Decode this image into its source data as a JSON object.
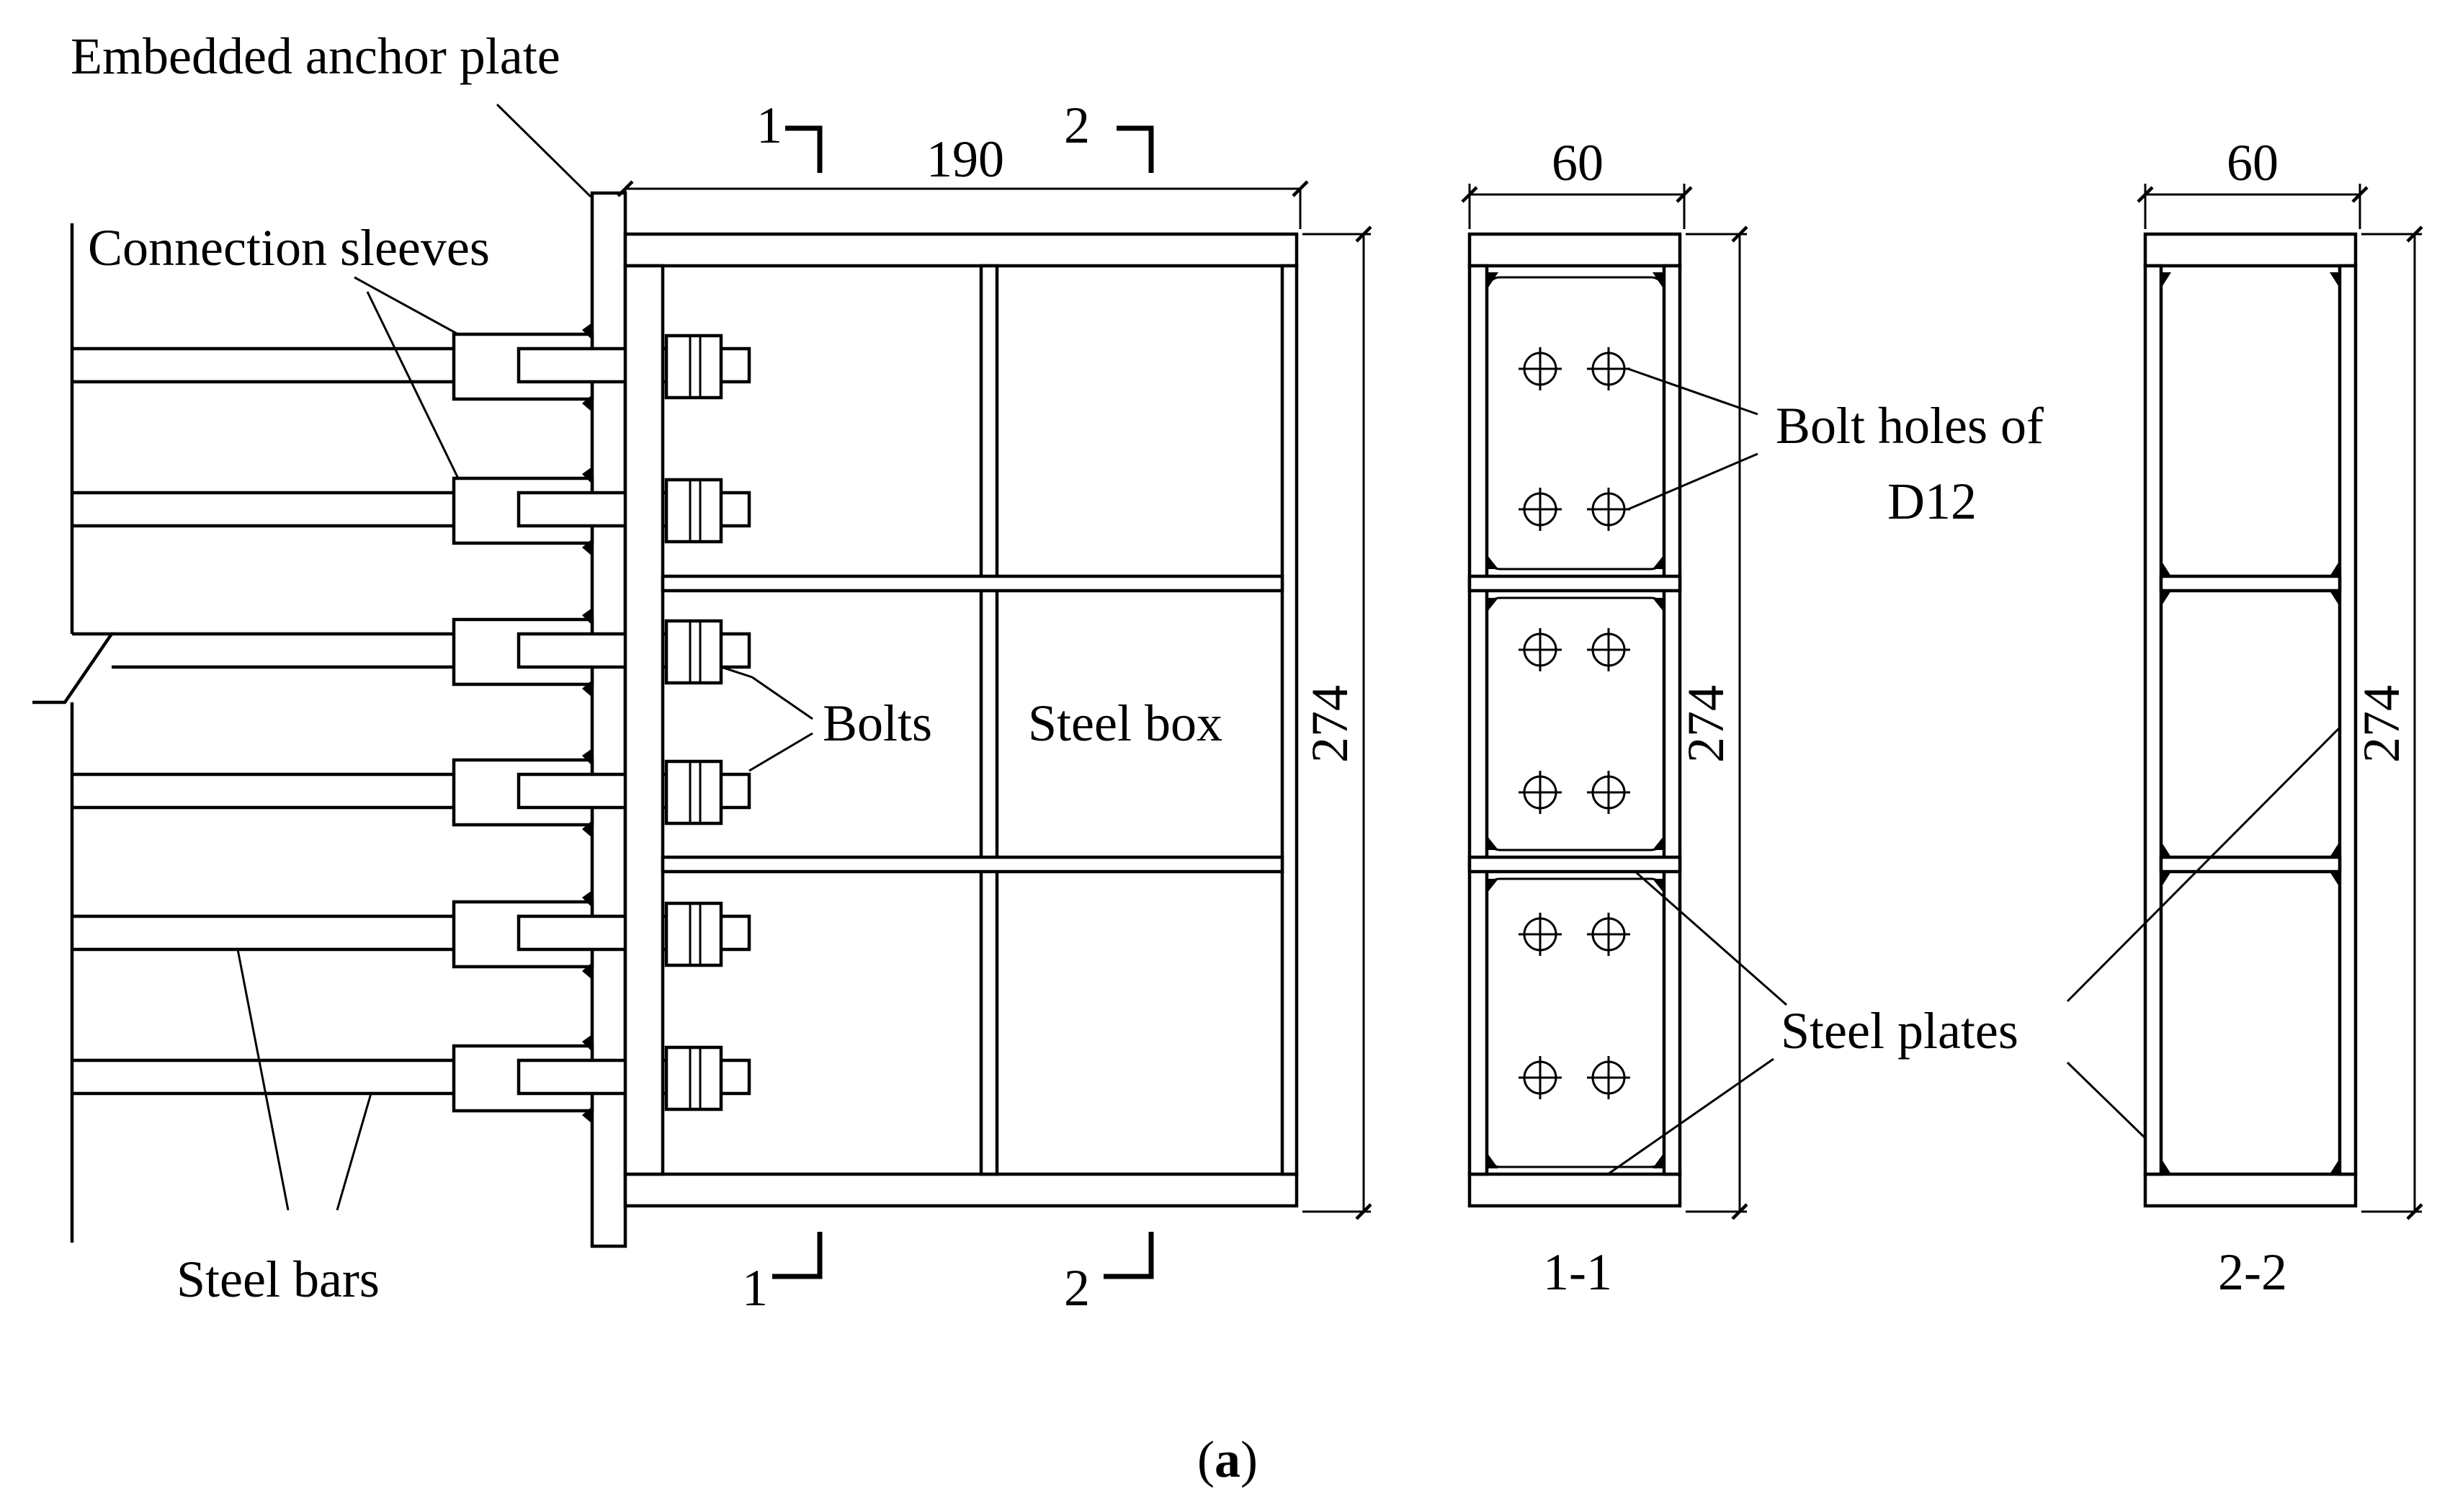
{
  "labels": {
    "anchor_plate": "Embedded anchor plate",
    "sleeves": "Connection sleeves",
    "bolts": "Bolts",
    "steel_box": "Steel box",
    "steel_bars": "Steel bars",
    "bolt_holes_line1": "Bolt holes of",
    "bolt_holes_line2": "D12",
    "steel_plates": "Steel plates"
  },
  "dimensions": {
    "width_main": "190",
    "height_main": "274",
    "width_s1": "60",
    "height_s1": "274",
    "width_s2": "60",
    "height_s2": "274"
  },
  "sections": {
    "cut1_top": "1",
    "cut2_top": "2",
    "cut1_bottom": "1",
    "cut2_bottom": "2",
    "view1": "1-1",
    "view2": "2-2"
  },
  "caption": {
    "open": "(",
    "letter": "a",
    "close": ")"
  }
}
